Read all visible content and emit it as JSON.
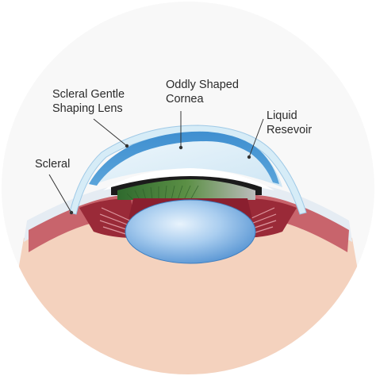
{
  "diagram": {
    "labels": {
      "scleral_lens": [
        "Scleral Gentle",
        "Shaping Lens"
      ],
      "cornea": [
        "Oddly Shaped",
        "Cornea"
      ],
      "reservoir": [
        "Liquid",
        "Resevoir"
      ],
      "scleral": "Scleral"
    },
    "colors": {
      "backdrop": "#f8f8f8",
      "skin": "#f4d2be",
      "sclera_band": "#c8646c",
      "sclera_dark": "#8c1e2d",
      "iris_root": "#8a1f2f",
      "cornea": "#4a97d2",
      "liquid_reservoir": "#d6ecf7",
      "scleral_lens_edge": "#cfe7f5",
      "lens": "#7fb3e6",
      "iris_green": "#3f7a3a",
      "pupil": "#1b1b1b",
      "leader_line": "#333333"
    }
  }
}
